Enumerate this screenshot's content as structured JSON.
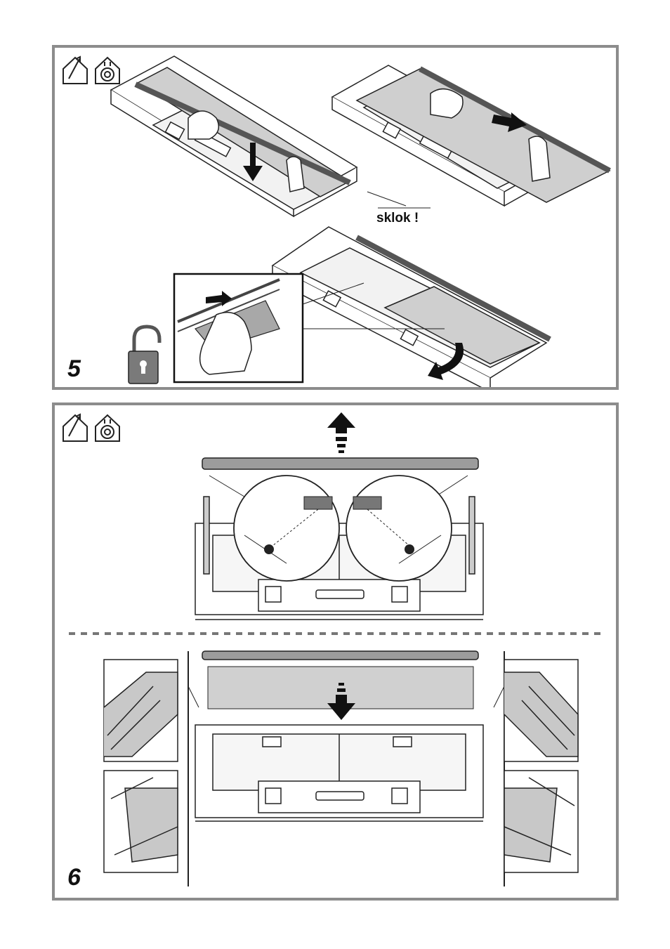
{
  "steps": {
    "five": {
      "number": "5",
      "caption": "sklok !"
    },
    "six": {
      "number": "6"
    }
  },
  "icons": [
    "house-arrow-icon",
    "house-fan-icon",
    "unlock-padlock-icon",
    "arrow-up-icon",
    "arrow-down-icon"
  ],
  "colors": {
    "frame": "#8c8c8c",
    "line": "#222222",
    "fill_grey": "#c8c8c8",
    "lock": "#7a7a7a"
  }
}
